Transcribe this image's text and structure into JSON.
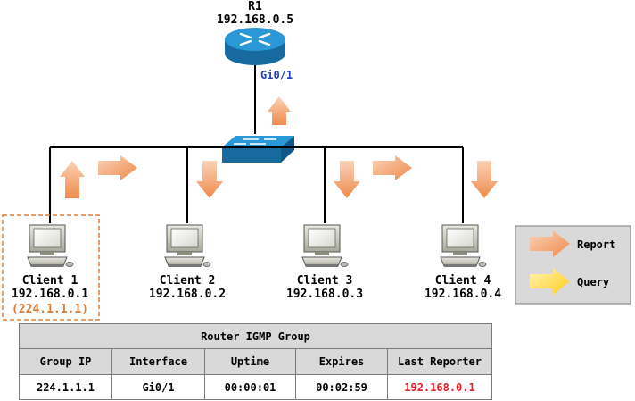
{
  "router": {
    "name": "R1",
    "ip": "192.168.0.5",
    "interface": "Gi0/1"
  },
  "clients": [
    {
      "name": "Client 1",
      "ip": "192.168.0.1",
      "group": "(224.1.1.1)"
    },
    {
      "name": "Client 2",
      "ip": "192.168.0.2"
    },
    {
      "name": "Client 3",
      "ip": "192.168.0.3"
    },
    {
      "name": "Client 4",
      "ip": "192.168.0.4"
    }
  ],
  "legend": {
    "report_label": "Report",
    "query_label": "Query"
  },
  "table": {
    "title": "Router IGMP Group",
    "headers": [
      "Group IP",
      "Interface",
      "Uptime",
      "Expires",
      "Last Reporter"
    ],
    "rows": [
      [
        "224.1.1.1",
        "Gi0/1",
        "00:00:01",
        "00:02:59",
        "192.168.0.1"
      ]
    ]
  },
  "colors": {
    "report_arrow": "#f4a070",
    "query_arrow": "#ffe04a",
    "router_blue": "#1f86c9",
    "switch_blue": "#1f86c9",
    "interface_label": "#1f3fbf",
    "group_highlight": "#e07b30",
    "last_reporter": "#ee1c24"
  }
}
